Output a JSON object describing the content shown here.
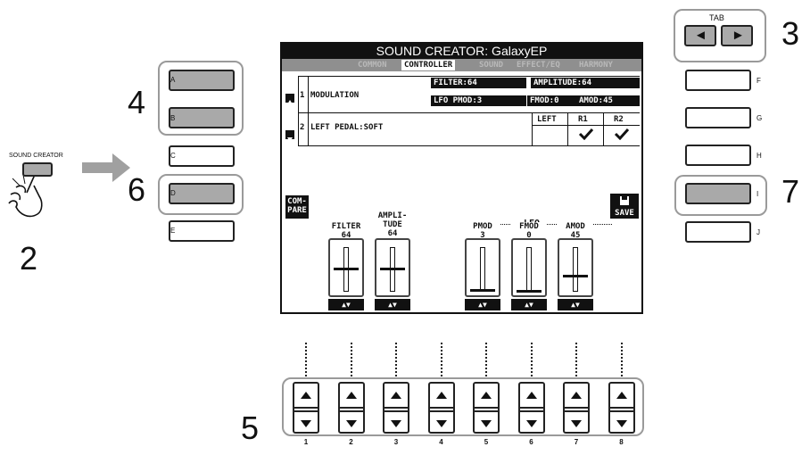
{
  "steps": {
    "s2": "2",
    "s3": "3",
    "s4": "4",
    "s5": "5",
    "s6": "6",
    "s7": "7"
  },
  "left_panel": {
    "sound_creator_label": "SOUND CREATOR"
  },
  "buttons_left": [
    "A",
    "B",
    "C",
    "D",
    "E"
  ],
  "buttons_right": [
    "F",
    "G",
    "H",
    "I",
    "J"
  ],
  "tab_group": {
    "label": "TAB",
    "left": "◄",
    "right": "►"
  },
  "lcd": {
    "title": "SOUND CREATOR: GalaxyEP",
    "tabs": [
      "COMMON",
      "CONTROLLER",
      "SOUND",
      "EFFECT/EQ",
      "HARMONY"
    ],
    "active_tab": "CONTROLLER",
    "rows": [
      {
        "num": "1",
        "name": "MODULATION",
        "filter": "FILTER:64",
        "amplitude": "AMPLITUDE:64",
        "lfo_pmod": "LFO PMOD:3",
        "fmod": "FMOD:0",
        "amod": "AMOD:45"
      },
      {
        "num": "2",
        "name": "LEFT PEDAL:SOFT",
        "left": "LEFT",
        "r1": "R1",
        "r2": "R2"
      }
    ],
    "compare_1": "COM-",
    "compare_2": "PARE",
    "save": "SAVE",
    "lfo_label": "LFO",
    "sliders": [
      {
        "label": "FILTER",
        "value": "64",
        "level": 0.5
      },
      {
        "label": "AMPLI-TUDE",
        "value": "64",
        "level": 0.5
      },
      {
        "label": "PMOD",
        "value": "3",
        "level": 0.03
      },
      {
        "label": "FMOD",
        "value": "0",
        "level": 0.0
      },
      {
        "label": "AMOD",
        "value": "45",
        "level": 0.35
      }
    ]
  },
  "bottom_numbers": [
    "1",
    "2",
    "3",
    "4",
    "5",
    "6",
    "7",
    "8"
  ]
}
